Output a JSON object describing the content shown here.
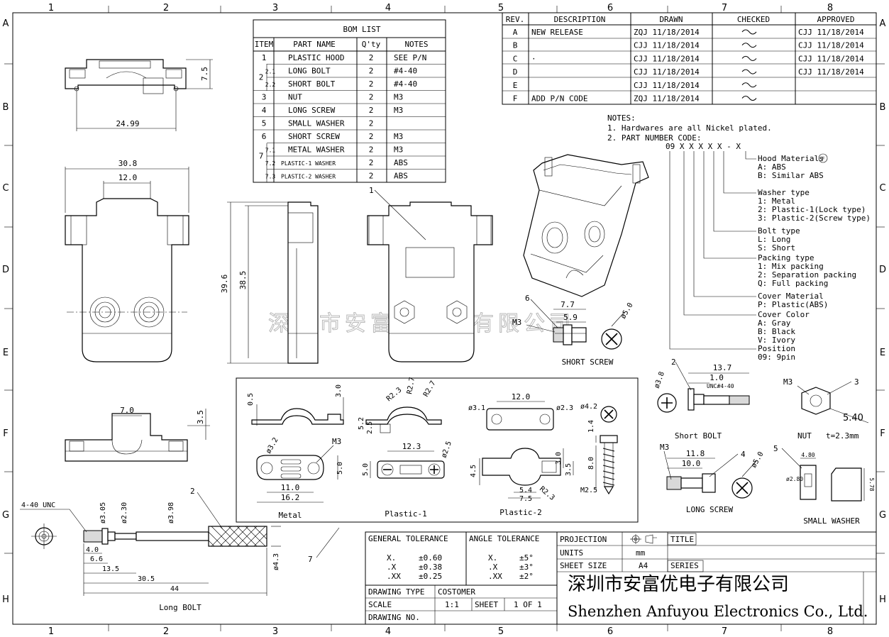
{
  "grid": {
    "columns": [
      "1",
      "2",
      "3",
      "4",
      "5",
      "6",
      "7",
      "8"
    ],
    "rows": [
      "A",
      "B",
      "C",
      "D",
      "E",
      "F",
      "G",
      "H"
    ]
  },
  "revision_table": {
    "headers": [
      "REV.",
      "DESCRIPTION",
      "DRAWN",
      "CHECKED",
      "APPROVED"
    ],
    "rows": [
      {
        "rev": "A",
        "desc": "NEW RELEASE",
        "drawn": "ZQJ 11/18/2014",
        "checked": "~",
        "approved": "CJJ 11/18/2014"
      },
      {
        "rev": "B",
        "desc": "",
        "drawn": "CJJ 11/18/2014",
        "checked": "~",
        "approved": "CJJ 11/18/2014"
      },
      {
        "rev": "C",
        "desc": "·",
        "drawn": "CJJ 11/18/2014",
        "checked": "~",
        "approved": "CJJ 11/18/2014"
      },
      {
        "rev": "D",
        "desc": "",
        "drawn": "CJJ 11/18/2014",
        "checked": "~",
        "approved": "CJJ 11/18/2014"
      },
      {
        "rev": "E",
        "desc": "",
        "drawn": "CJJ 11/18/2014",
        "checked": "~",
        "approved": ""
      },
      {
        "rev": "F",
        "desc": "ADD P/N CODE",
        "drawn": "ZQJ 11/18/2014",
        "checked": "~",
        "approved": ""
      }
    ]
  },
  "bom": {
    "title": "BOM LIST",
    "headers": [
      "ITEM",
      "PART NAME",
      "Q'ty",
      "NOTES"
    ],
    "rows": [
      {
        "item": "1",
        "sub": "",
        "name": "PLASTIC HOOD",
        "qty": "2",
        "notes": "SEE P/N"
      },
      {
        "item": "2",
        "sub": "2.1",
        "name": "LONG BOLT",
        "qty": "2",
        "notes": "#4-40"
      },
      {
        "item": "",
        "sub": "2.2",
        "name": "SHORT BOLT",
        "qty": "2",
        "notes": "#4-40"
      },
      {
        "item": "3",
        "sub": "",
        "name": "NUT",
        "qty": "2",
        "notes": "M3"
      },
      {
        "item": "4",
        "sub": "",
        "name": "LONG SCREW",
        "qty": "2",
        "notes": "M3"
      },
      {
        "item": "5",
        "sub": "",
        "name": "SMALL WASHER",
        "qty": "2",
        "notes": ""
      },
      {
        "item": "6",
        "sub": "",
        "name": "SHORT SCREW",
        "qty": "2",
        "notes": "M3"
      },
      {
        "item": "7",
        "sub": "7.1",
        "name": "METAL WASHER",
        "qty": "2",
        "notes": "M3"
      },
      {
        "item": "",
        "sub": "7.2",
        "name": "PLASTIC-1 WASHER",
        "qty": "2",
        "notes": "ABS"
      },
      {
        "item": "",
        "sub": "7.3",
        "name": "PLASTIC-2 WASHER",
        "qty": "2",
        "notes": "ABS"
      }
    ]
  },
  "notes": {
    "title": "NOTES:",
    "lines": [
      "1. Hardwares are all Nickel plated.",
      "2. PART NUMBER CODE:"
    ],
    "code": "09 X X X X X - X",
    "groups": [
      {
        "title": "Hood Materials",
        "badge": "F",
        "options": [
          "A: ABS",
          "B: Similar ABS"
        ]
      },
      {
        "title": "Washer type",
        "options": [
          "1: Metal",
          "2: Plastic-1(Lock type)",
          "3: Plastic-2(Screw type)"
        ]
      },
      {
        "title": "Bolt type",
        "options": [
          "L: Long",
          "S: Short"
        ]
      },
      {
        "title": "Packing type",
        "options": [
          "1: Mix packing",
          "2: Separation packing",
          "Q: Full packing"
        ]
      },
      {
        "title": "Cover Material",
        "options": [
          "P: Plastic(ABS)"
        ]
      },
      {
        "title": "Cover Color",
        "options": [
          "A: Gray",
          "B: Black",
          "V: Ivory"
        ]
      },
      {
        "title": "Position",
        "options": [
          "09: 9pin"
        ]
      }
    ]
  },
  "dims": {
    "top_w": "24.99",
    "top_h": "7.5",
    "front_w": "30.8",
    "front_inner": "12.0",
    "side_h1": "39.6",
    "side_h2": "38.5",
    "bot_w": "7.0",
    "bot_h": "3.5",
    "ss_len": "7.7",
    "ss_shank": "5.9",
    "ss_dia": "ø5.0",
    "ss_thread": "M3",
    "sb_len": "13.7",
    "sb_head": "1.0",
    "sb_thread": "UNC#4-40",
    "sb_dia": "ø3.8",
    "nut_thread": "M3",
    "nut_w": "5.40",
    "nut_t": "t=2.3mm",
    "ls_len": "11.8",
    "ls_shank": "10.0",
    "ls_dia": "ø5.0",
    "ls_thread": "M3",
    "sw_od": "4.80",
    "sw_id": "ø2.80",
    "sw_h": "5.78",
    "lb_thread": "4-40 UNC",
    "lb_d1": "ø3.05",
    "lb_d2": "ø2.30",
    "lb_d3": "ø3.98",
    "lb_d4": "ø4.3",
    "lb_l1": "4.0",
    "lb_l2": "6.6",
    "lb_l3": "13.5",
    "lb_l4": "30.5",
    "lb_l5": "44",
    "m_h1": "0.5",
    "m_h2": "3.0",
    "m_d": "ø3.2",
    "m_thread": "M3",
    "m_w1": "11.0",
    "m_w2": "16.2",
    "m_h3": "5.0",
    "p1_r1": "R2.3",
    "p1_r2": "R2.7",
    "p1_r3": "R2.7",
    "p1_h1": "5.2",
    "p1_h2": "2.5",
    "p1_w": "12.3",
    "p1_d": "ø2.5",
    "p1_h3": "5.0",
    "p2_d1": "ø3.1",
    "p2_w": "12.0",
    "p2_d2": "ø2.3",
    "p2_h1": "4.5",
    "p2_w2": "5.4",
    "p2_w3": "7.5",
    "p2_r": "R2.3",
    "p2_h2": "3.0",
    "p2_h3": "3.5",
    "sc_d": "ø4.2",
    "sc_h1": "1.4",
    "sc_h2": "8.0",
    "sc_m": "M2.5"
  },
  "labels": {
    "short_screw": "SHORT SCREW",
    "short_bolt": "Short BOLT",
    "nut": "NUT",
    "long_screw": "LONG SCREW",
    "small_washer": "SMALL WASHER",
    "long_bolt": "Long BOLT",
    "metal": "Metal",
    "plastic1": "Plastic-1",
    "plastic2": "Plastic-2",
    "balloons": [
      "1",
      "2",
      "3",
      "4",
      "5",
      "6",
      "7"
    ]
  },
  "title_block": {
    "gen_tol": "GENERAL TOLERANCE",
    "ang_tol": "ANGLE TOLERANCE",
    "gen_rows": [
      [
        "X.",
        "±0.60"
      ],
      [
        ".X",
        "±0.38"
      ],
      [
        ".XX",
        "±0.25"
      ]
    ],
    "ang_rows": [
      [
        "X.",
        "±5°"
      ],
      [
        ".X",
        "±3°"
      ],
      [
        ".XX",
        "±2°"
      ]
    ],
    "projection": "PROJECTION",
    "title": "TITLE",
    "units": "UNITS",
    "units_val": "mm",
    "sheet_size": "SHEET SIZE",
    "sheet_size_val": "A4",
    "series": "SERIES",
    "drawing_type": "DRAWING TYPE",
    "drawing_type_val": "COSTOMER",
    "scale": "SCALE",
    "scale_val": "1:1",
    "sheet": "SHEET",
    "sheet_val": "1 OF 1",
    "drawing_no": "DRAWING NO.",
    "company_cn": "深圳市安富优电子有限公司",
    "company_en": "Shenzhen Anfuyou Electronics Co., Ltd."
  },
  "watermark": "深圳市安富优电子有限公司"
}
